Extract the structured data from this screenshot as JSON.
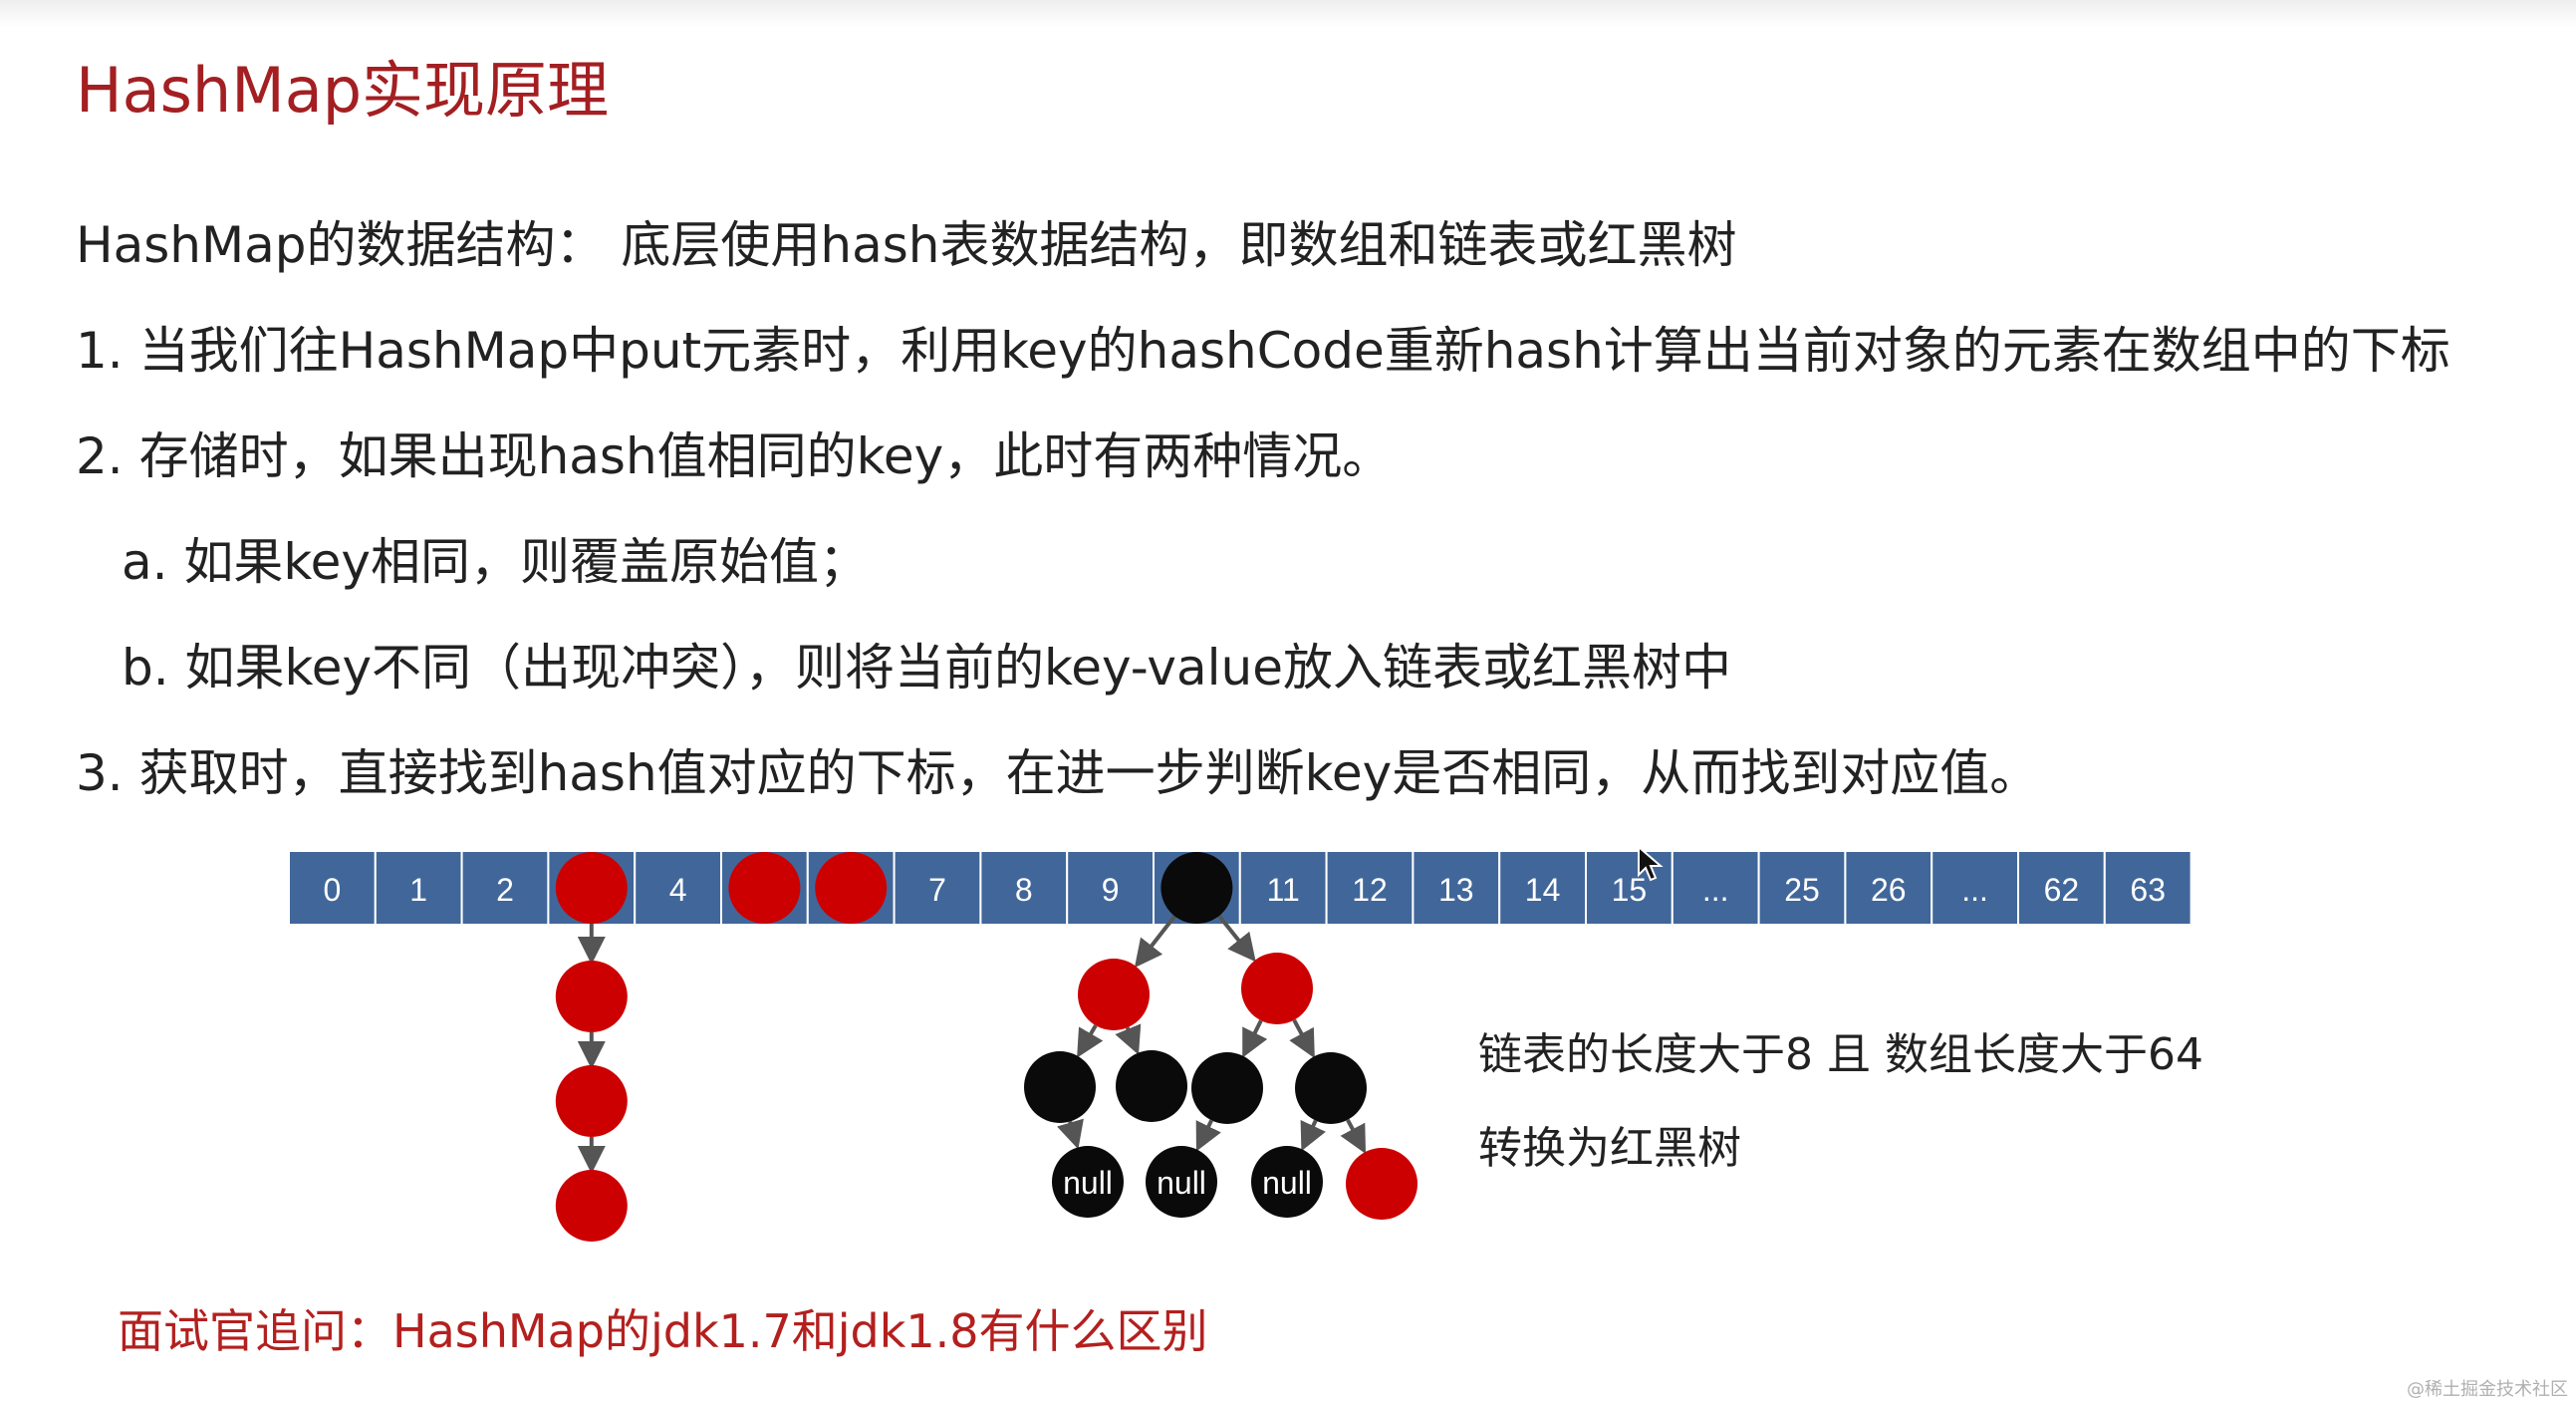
{
  "title": "HashMap实现原理",
  "content": {
    "structure": "HashMap的数据结构： 底层使用hash表数据结构，即数组和链表或红黑树",
    "step1": "1. 当我们往HashMap中put元素时，利用key的hashCode重新hash计算出当前对象的元素在数组中的下标",
    "step2": "2. 存储时，如果出现hash值相同的key，此时有两种情况。",
    "step2a": "a. 如果key相同，则覆盖原始值；",
    "step2b": "b. 如果key不同（出现冲突），则将当前的key-value放入链表或红黑树中",
    "step3": "3. 获取时，直接找到hash值对应的下标，在进一步判断key是否相同，从而找到对应值。"
  },
  "diagram": {
    "array_cells": [
      {
        "label": "0"
      },
      {
        "label": "1"
      },
      {
        "label": "2"
      },
      {
        "label": "",
        "node": "red"
      },
      {
        "label": "4"
      },
      {
        "label": "",
        "node": "red"
      },
      {
        "label": "",
        "node": "red"
      },
      {
        "label": "7"
      },
      {
        "label": "8"
      },
      {
        "label": "9"
      },
      {
        "label": "",
        "node": "black"
      },
      {
        "label": "11"
      },
      {
        "label": "12"
      },
      {
        "label": "13"
      },
      {
        "label": "14"
      },
      {
        "label": "15"
      },
      {
        "label": "..."
      },
      {
        "label": "25"
      },
      {
        "label": "26"
      },
      {
        "label": "..."
      },
      {
        "label": "62"
      },
      {
        "label": "63"
      }
    ],
    "null_label": "null",
    "note_line1": "链表的长度大于8 且 数组长度大于64",
    "note_line2": "转换为红黑树",
    "colors": {
      "cell": "#41679a",
      "red": "#cc0000",
      "black": "#0a0a0a",
      "arrow": "#555555"
    }
  },
  "interview_question": "面试官追问：HashMap的jdk1.7和jdk1.8有什么区别",
  "watermark": "@稀土掘金技术社区"
}
